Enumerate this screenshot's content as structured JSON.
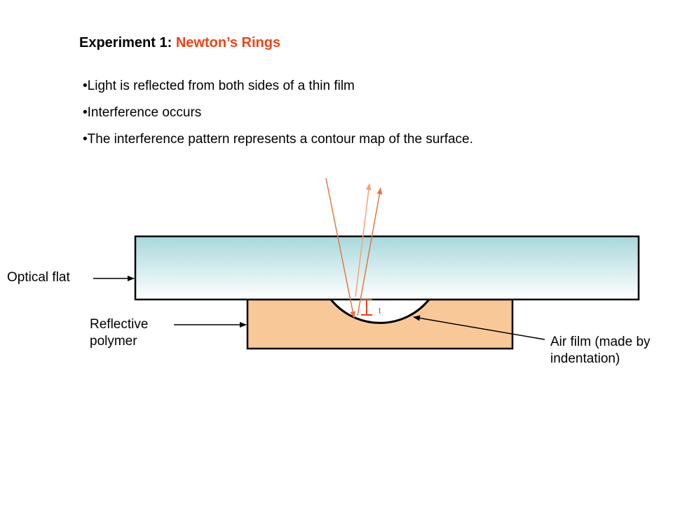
{
  "slide": {
    "title_prefix": "Experiment 1: ",
    "title_accent": "Newton’s Rings",
    "bullets": [
      "•Light is reflected from both sides of a thin film",
      "•Interference occurs",
      "•The interference pattern represents a contour map of the surface."
    ]
  },
  "diagram": {
    "labels": {
      "optical_flat": "Optical flat",
      "reflective_polymer": "Reflective polymer",
      "air_film": "Air film (made by indentation)",
      "thickness": "t"
    }
  },
  "colors": {
    "accent": "#e8461b",
    "polymer": "#f9c899",
    "flat_top": "#a8d8dc",
    "flat_bottom": "#ffffff",
    "ray": "#f3a477",
    "incident_ray": "#e0784a",
    "marker": "#e8401b"
  }
}
